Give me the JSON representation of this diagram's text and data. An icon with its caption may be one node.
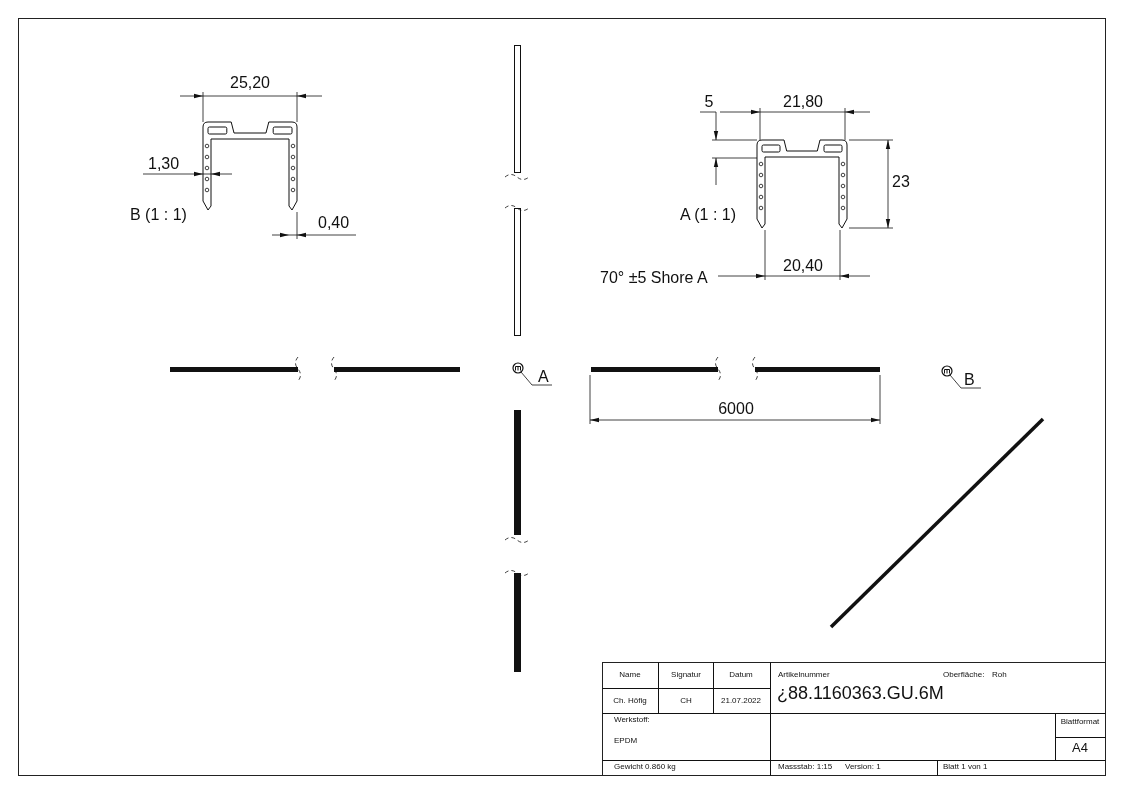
{
  "diagram": {
    "labels": [
      "25,20",
      "5",
      "21,80",
      "1,30",
      "23",
      "B (1 : 1)",
      "A (1 : 1)",
      "0,40",
      "70° ±5 Shore A",
      "20,40",
      "A",
      "6000",
      "B",
      "Name",
      "Signatur",
      "Datum",
      "Artikelnummer",
      "Oberfläche:",
      "Roh",
      "Ch. Höfig",
      "CH",
      "21.07.2022",
      "¿88.1160363.GU.6M",
      "Werkstoff:",
      "Blattformat",
      "EPDM",
      "A4",
      "Gewicht 0.860 kg",
      "Massstab: 1:15",
      "Version: 1",
      "Blatt 1 von 1"
    ]
  }
}
